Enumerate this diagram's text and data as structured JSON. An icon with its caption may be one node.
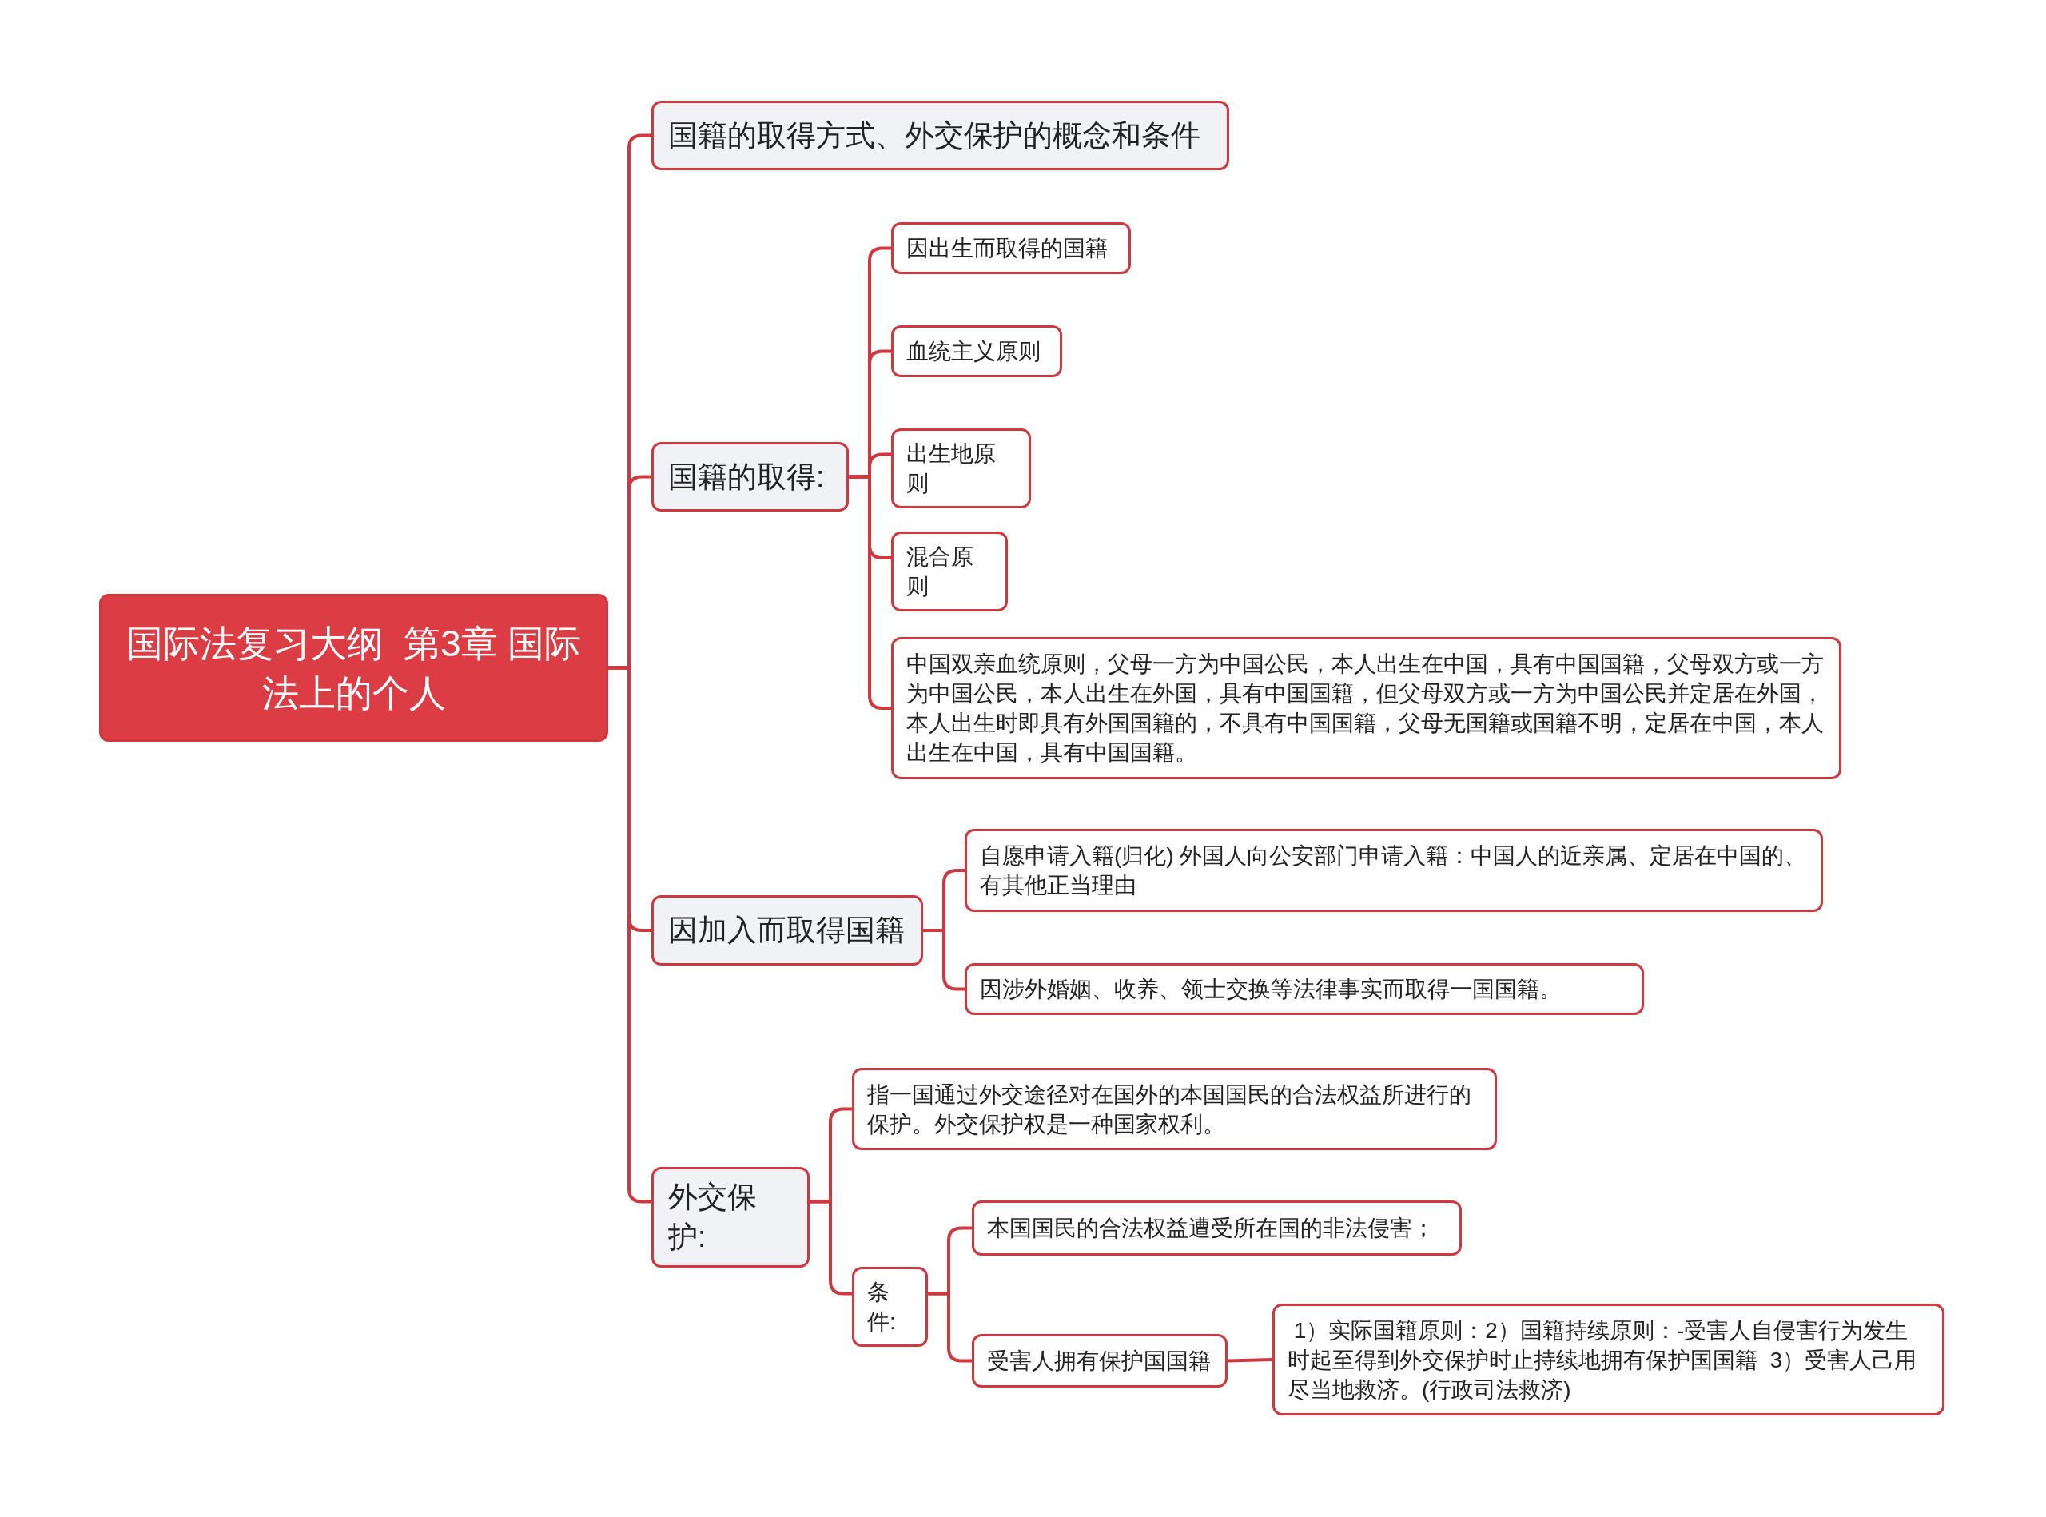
{
  "diagram": {
    "nodes": [
      {
        "text": [
          "国际法复习大纲  第3章 国际法上的个人"
        ]
      },
      {
        "text": [
          "国籍的取得方式、外交保护的概念和条件"
        ]
      },
      {
        "text": [
          "国籍的取得:"
        ]
      },
      {
        "text": [
          "因出生而取得的国籍"
        ]
      },
      {
        "text": [
          "血统主义原则"
        ]
      },
      {
        "text": [
          "出生地原则"
        ]
      },
      {
        "text": [
          "混合原则"
        ]
      },
      {
        "text": [
          "中国双亲血统原则，父母一方为中国公民，本人出生在中国，具有中国国籍，父母双方或一方为中国公民，本人出生在外国，具有中国国籍，但父母双方或一方为中国公民并定居在外国，本人出生时即具有外国国籍的，不具有中国国籍，父母无国籍或国籍不明，定居在中国，本人出生在中国，具有中国国籍。"
        ]
      },
      {
        "text": [
          "因加入而取得国籍"
        ]
      },
      {
        "text": [
          "自愿申请入籍(归化) 外国人向公安部门申请入籍：中国人的近亲属、定居在中国的、有其他正当理由"
        ]
      },
      {
        "text": [
          "因涉外婚姻、收养、领士交换等法律事实而取得一国国籍。"
        ]
      },
      {
        "text": [
          "外交保护:"
        ]
      },
      {
        "text": [
          "指一国通过外交途径对在国外的本国国民的合法权益所进行的保护。外交保护权是一种国家权利。"
        ]
      },
      {
        "text": [
          "条件:"
        ]
      },
      {
        "text": [
          "本国国民的合法权益遭受所在国的非法侵害；"
        ]
      },
      {
        "text": [
          "受害人拥有保护国国籍"
        ]
      },
      {
        "text": [
          " 1）实际国籍原则：2）国籍持续原则：-受害人自侵害行为发生时起至得到外交保护时止持续地拥有保护国国籍  3）受害人己用尽当地救济。(行政司法救济)"
        ]
      }
    ],
    "edges": [
      {
        "from": 0,
        "to": 1,
        "arrow": "none"
      },
      {
        "from": 0,
        "to": 2,
        "arrow": "none"
      },
      {
        "from": 0,
        "to": 8,
        "arrow": "none"
      },
      {
        "from": 0,
        "to": 11,
        "arrow": "none"
      },
      {
        "from": 2,
        "to": 3,
        "arrow": "none"
      },
      {
        "from": 2,
        "to": 4,
        "arrow": "none"
      },
      {
        "from": 2,
        "to": 5,
        "arrow": "none"
      },
      {
        "from": 2,
        "to": 6,
        "arrow": "none"
      },
      {
        "from": 2,
        "to": 7,
        "arrow": "none"
      },
      {
        "from": 8,
        "to": 9,
        "arrow": "none"
      },
      {
        "from": 8,
        "to": 10,
        "arrow": "none"
      },
      {
        "from": 11,
        "to": 12,
        "arrow": "none"
      },
      {
        "from": 11,
        "to": 13,
        "arrow": "none"
      },
      {
        "from": 13,
        "to": 14,
        "arrow": "none"
      },
      {
        "from": 13,
        "to": 15,
        "arrow": "none"
      },
      {
        "from": 15,
        "to": 16,
        "arrow": "none"
      }
    ]
  }
}
